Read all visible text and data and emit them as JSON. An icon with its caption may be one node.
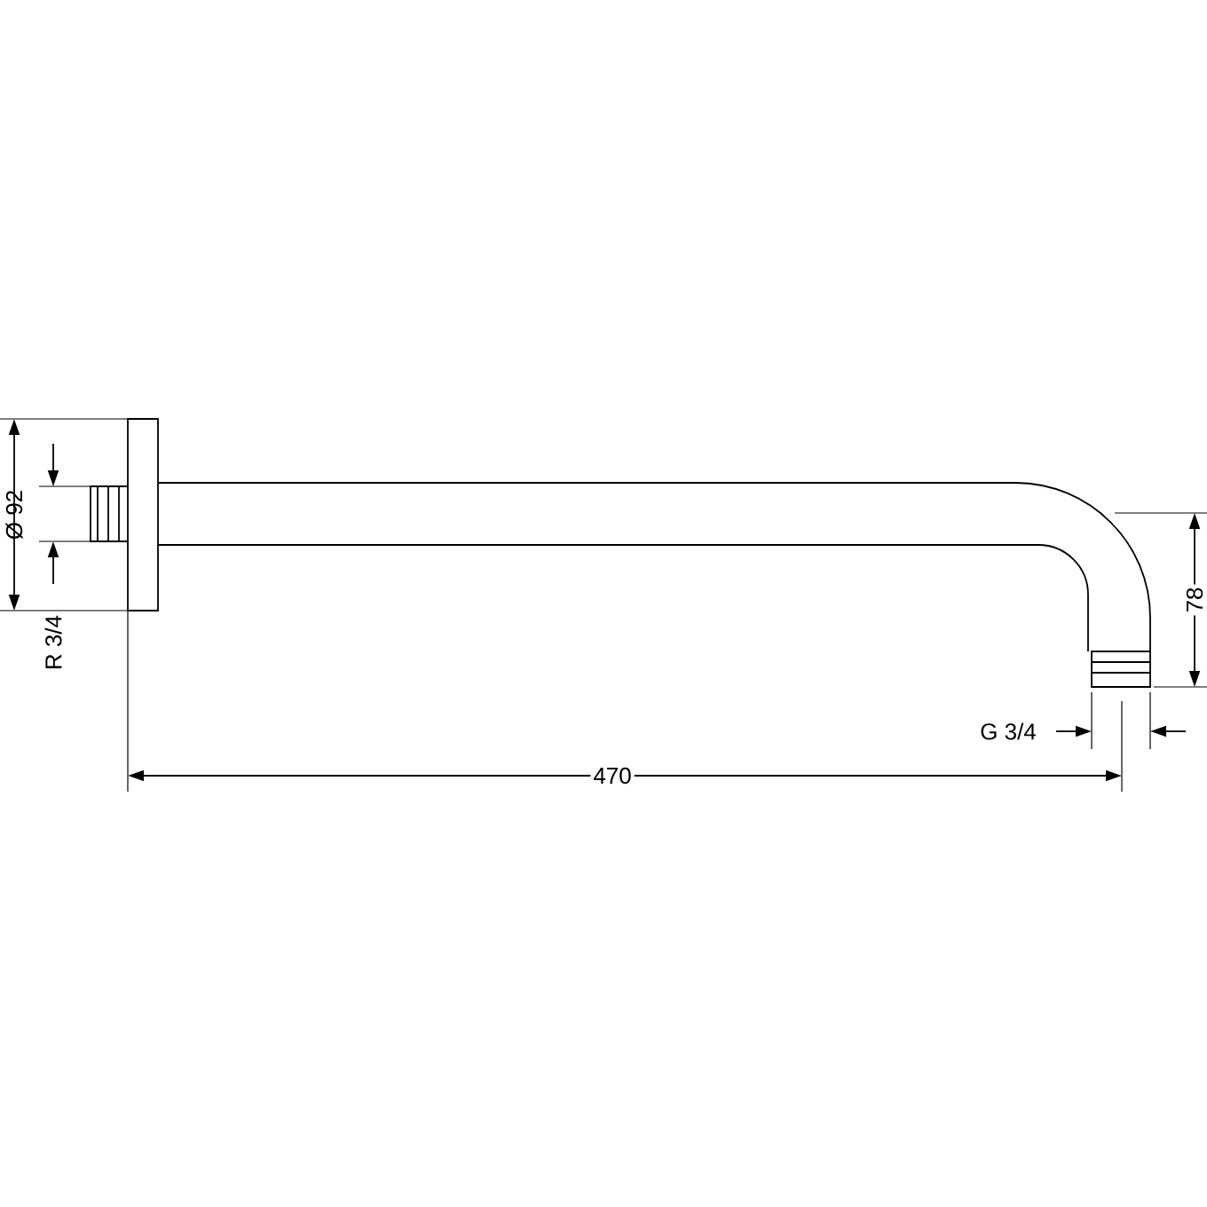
{
  "diagram": {
    "labels": [
      "Ø 92",
      "R 3/4",
      "78",
      "G 3/4",
      "470"
    ]
  }
}
